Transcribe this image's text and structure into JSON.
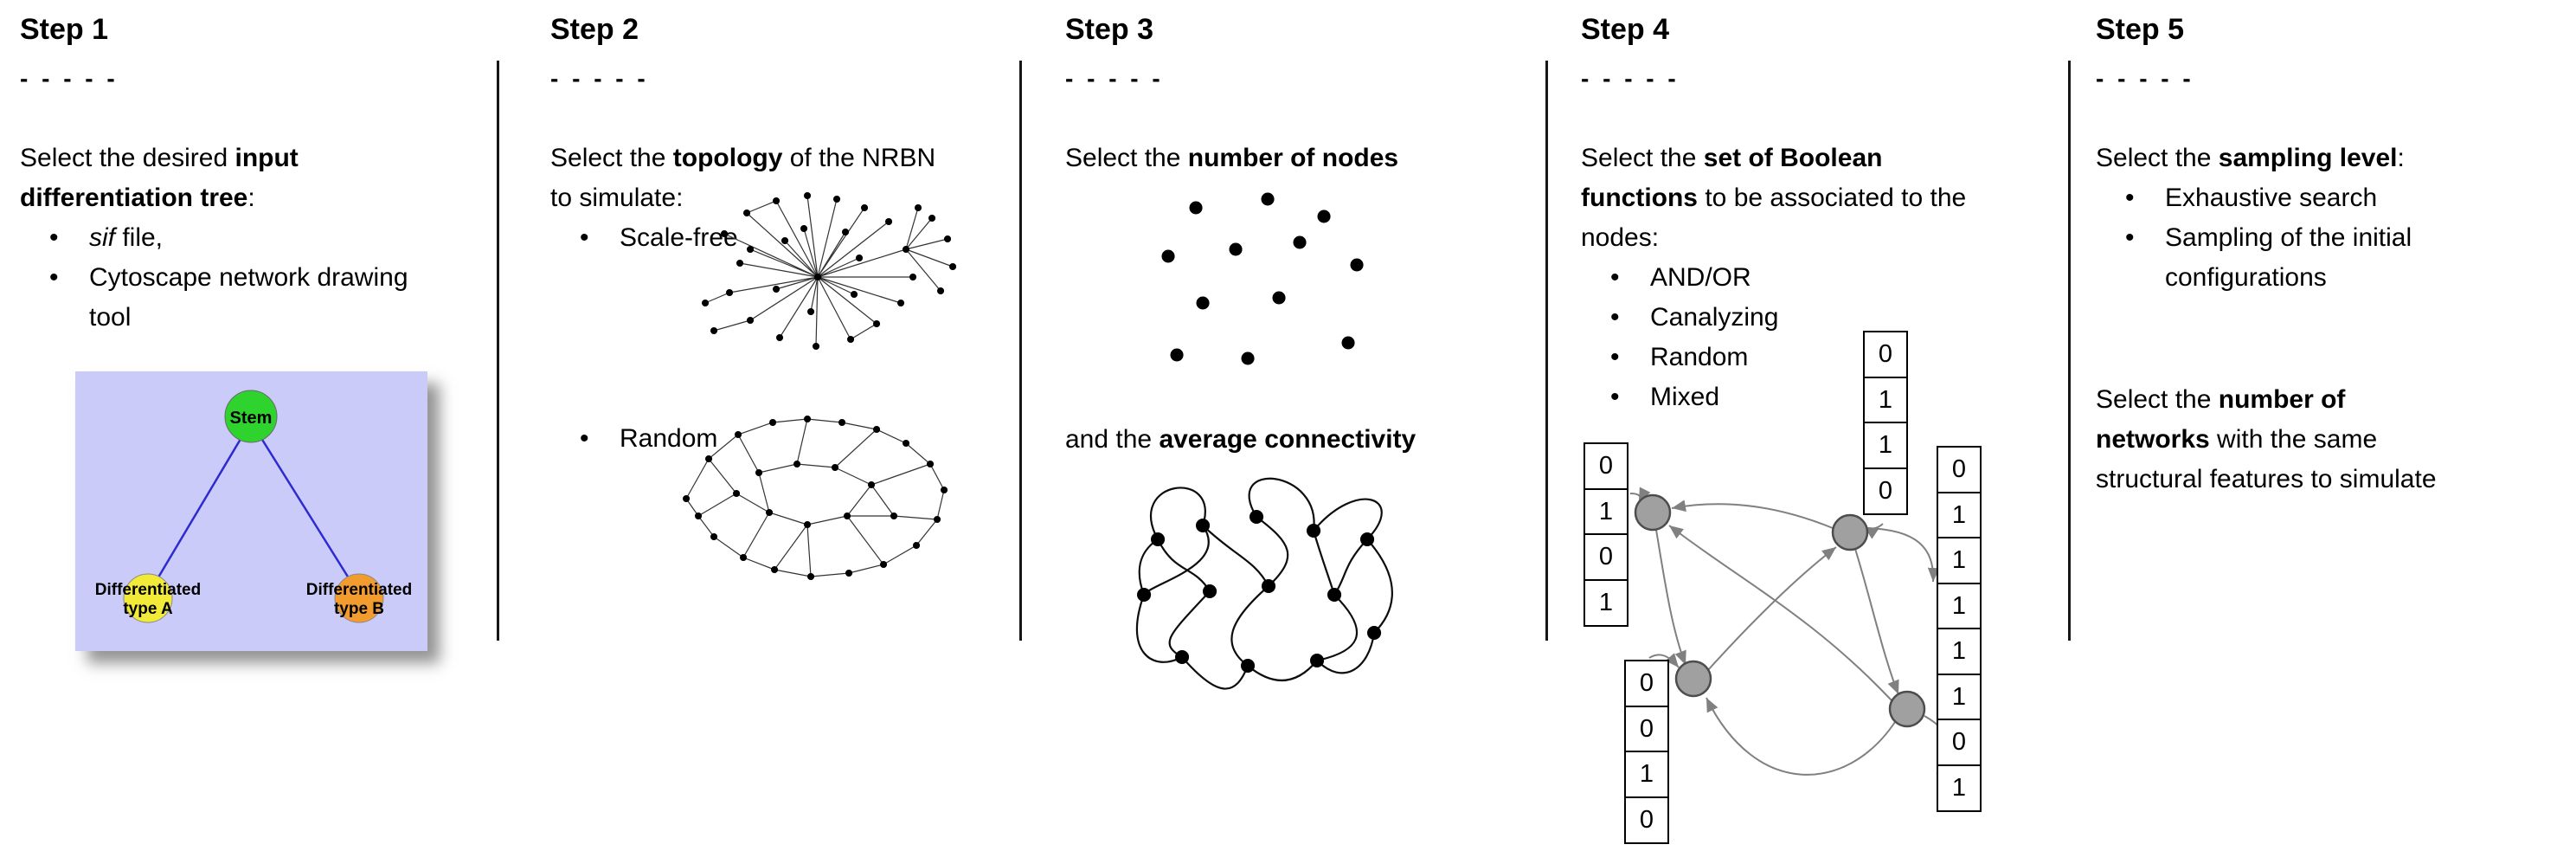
{
  "colors": {
    "tree_background": "#cbcbfa",
    "stem_green": "#2ed32e",
    "type_a_yellow": "#f2ea38",
    "type_b_orange": "#f29b2e",
    "edge_blue": "#2b2bd0",
    "node_gray": "#a0a0a0"
  },
  "step1": {
    "title": "Step 1",
    "dashes": "- - - - -",
    "intro_pre": "Select the desired ",
    "intro_bold": "input differentiation tree",
    "intro_post": ":",
    "bullet1_italic": "sif",
    "bullet1_rest": " file,",
    "bullet2": "Cytoscape network drawing tool",
    "tree": {
      "root_label": "Stem",
      "left_label_line1": "Differentiated",
      "left_label_line2": "type A",
      "right_label_line1": "Differentiated",
      "right_label_line2": "type B"
    }
  },
  "step2": {
    "title": "Step 2",
    "dashes": "- - - - -",
    "intro_pre": "Select the ",
    "intro_bold": "topology",
    "intro_post": " of the NRBN to simulate:",
    "bullet1": "Scale-free",
    "bullet2": "Random"
  },
  "step3": {
    "title": "Step 3",
    "dashes": "- - - - -",
    "line1_pre": "Select the ",
    "line1_bold": "number of nodes",
    "line2_pre": "and the ",
    "line2_bold": "average connectivity"
  },
  "step4": {
    "title": "Step 4",
    "dashes": "- - - - -",
    "intro_pre": "Select the ",
    "intro_bold": "set of Boolean functions",
    "intro_post": " to be associated to the nodes:",
    "bullets": [
      "AND/OR",
      "Canalyzing",
      "Random",
      "Mixed"
    ],
    "tables": {
      "left": [
        "0",
        "1",
        "0",
        "1"
      ],
      "top": [
        "0",
        "1",
        "1",
        "0"
      ],
      "bottom_left": [
        "0",
        "0",
        "1",
        "0"
      ],
      "right": [
        "0",
        "1",
        "1",
        "1",
        "1",
        "1",
        "0",
        "1"
      ]
    }
  },
  "step5": {
    "title": "Step 5",
    "dashes": "- - - - -",
    "intro_pre": "Select the ",
    "intro_bold": "sampling level",
    "intro_post": ":",
    "bullet1": "Exhaustive search",
    "bullet2": "Sampling of the initial configurations",
    "para2_line1_pre": "Select the ",
    "para2_line1_bold": "number of",
    "para2_line2_bold": "networks",
    "para2_line2_rest": " with the same",
    "para2_line3": "structural features to simulate"
  }
}
